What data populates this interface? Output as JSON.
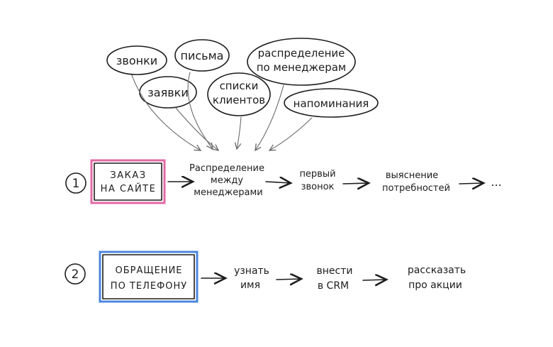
{
  "sources": [
    {
      "label": "звонки"
    },
    {
      "label": "письма"
    },
    {
      "label": "распределение по менеджерам"
    },
    {
      "label": "заявки"
    },
    {
      "label": "списки клиентов"
    },
    {
      "label": "напоминания"
    }
  ],
  "flow1": {
    "number": "1",
    "start": "ЗАКАЗ НА САЙТЕ",
    "steps": [
      "Распределение между менеджерами",
      "первый звонок",
      "выяснение потребностей"
    ],
    "ellipsis": "..."
  },
  "flow2": {
    "number": "2",
    "start": "ОБРАЩЕНИЕ ПО ТЕЛЕФОНУ",
    "steps": [
      "узнать имя",
      "внести в CRM",
      "рассказать про акции"
    ]
  },
  "colors": {
    "ink": "#1d1d1d",
    "pink_box": "#e06aa4",
    "blue_box": "#4c86de",
    "arrow_gray": "#6b6b6b"
  }
}
